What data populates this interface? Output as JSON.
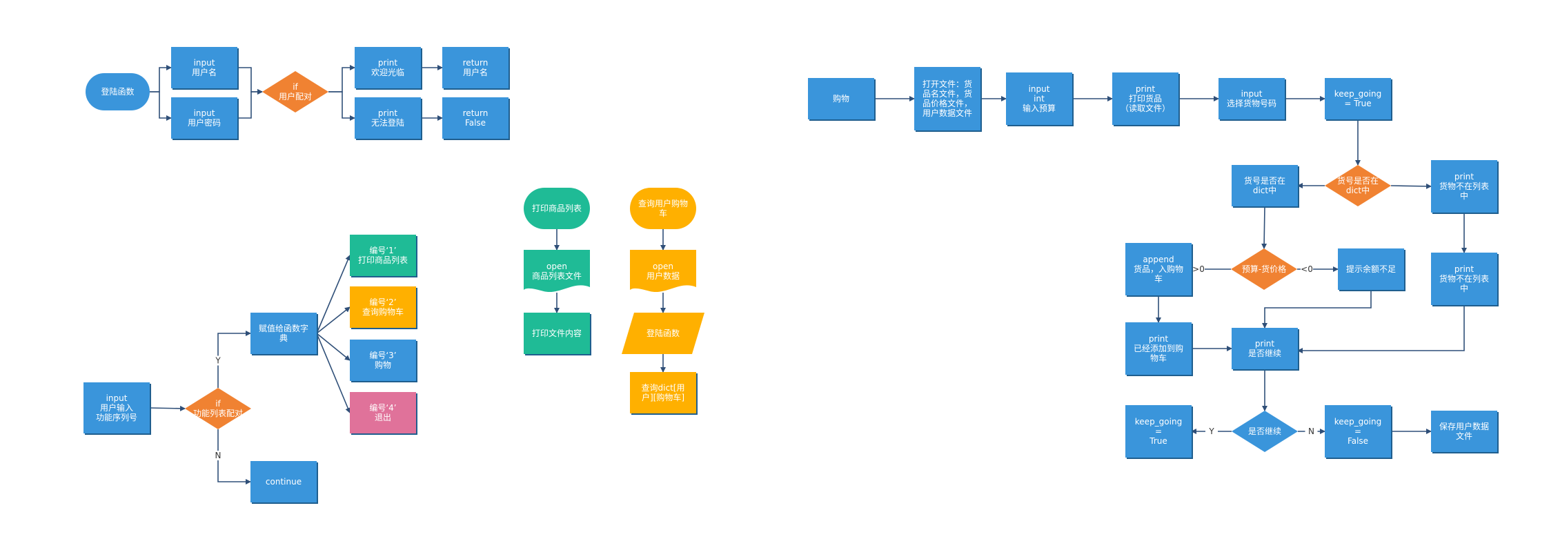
{
  "colors": {
    "blue": "#3a95db",
    "orange": "#f08232",
    "teal": "#1fbb96",
    "amber": "#ffb000",
    "pink": "#e0729a",
    "edge": "#2f4f78",
    "shadow": "#1f5e8e"
  },
  "nodes": [
    {
      "id": "login",
      "shape": "rounded",
      "color": "blue",
      "lines": [
        "登陆函数"
      ]
    },
    {
      "id": "in_user",
      "shape": "rect",
      "color": "blue",
      "lines": [
        "input",
        "用户名"
      ]
    },
    {
      "id": "in_pwd",
      "shape": "rect",
      "color": "blue",
      "lines": [
        "input",
        "用户密码"
      ]
    },
    {
      "id": "if_match",
      "shape": "diamond",
      "color": "orange",
      "lines": [
        "if",
        "用户配对"
      ]
    },
    {
      "id": "pr_welcome",
      "shape": "rect",
      "color": "blue",
      "lines": [
        "print",
        "欢迎光临"
      ]
    },
    {
      "id": "pr_fail",
      "shape": "rect",
      "color": "blue",
      "lines": [
        "print",
        "无法登陆"
      ]
    },
    {
      "id": "ret_user",
      "shape": "rect",
      "color": "blue",
      "lines": [
        "return",
        "用户名"
      ]
    },
    {
      "id": "ret_false",
      "shape": "rect",
      "color": "blue",
      "lines": [
        "return",
        "False"
      ]
    },
    {
      "id": "in_func",
      "shape": "rect",
      "color": "blue",
      "lines": [
        "input",
        "用户输入",
        "功能序列号"
      ]
    },
    {
      "id": "if_func",
      "shape": "diamond",
      "color": "orange",
      "lines": [
        "if",
        "功能列表配对"
      ]
    },
    {
      "id": "assign",
      "shape": "rect",
      "color": "blue",
      "lines": [
        "赋值给函数字",
        "典"
      ]
    },
    {
      "id": "cont",
      "shape": "rect",
      "color": "blue",
      "lines": [
        "continue"
      ]
    },
    {
      "id": "opt1",
      "shape": "rect",
      "color": "teal",
      "lines": [
        "编号‘1’",
        "打印商品列表"
      ]
    },
    {
      "id": "opt2",
      "shape": "rect",
      "color": "amber",
      "lines": [
        "编号‘2’",
        "查询购物车"
      ]
    },
    {
      "id": "opt3",
      "shape": "rect",
      "color": "blue",
      "lines": [
        "编号‘3’",
        "购物"
      ]
    },
    {
      "id": "opt4",
      "shape": "rect",
      "color": "pink",
      "lines": [
        "编号‘4’",
        "退出"
      ]
    },
    {
      "id": "print_list",
      "shape": "rounded",
      "color": "teal",
      "lines": [
        "打印商品列表"
      ]
    },
    {
      "id": "open_list",
      "shape": "doc",
      "color": "teal",
      "lines": [
        "open",
        "商品列表文件"
      ]
    },
    {
      "id": "print_file",
      "shape": "rect",
      "color": "teal",
      "lines": [
        "打印文件内容"
      ]
    },
    {
      "id": "query_cart",
      "shape": "rounded",
      "color": "amber",
      "lines": [
        "查询用户购物",
        "车"
      ]
    },
    {
      "id": "open_user",
      "shape": "doc",
      "color": "amber",
      "lines": [
        "open",
        "用户数据"
      ]
    },
    {
      "id": "login2",
      "shape": "para",
      "color": "amber",
      "lines": [
        "登陆函数"
      ]
    },
    {
      "id": "query_dict",
      "shape": "rect",
      "color": "amber",
      "lines": [
        "查询dict[用",
        "户][购物车]"
      ]
    },
    {
      "id": "shop",
      "shape": "rect",
      "color": "blue",
      "lines": [
        "购物"
      ]
    },
    {
      "id": "open_files",
      "shape": "rect",
      "color": "blue",
      "lines": [
        "打开文件：货",
        "品名文件，货",
        "品价格文件，",
        "用户数据文件"
      ]
    },
    {
      "id": "in_budget",
      "shape": "rect",
      "color": "blue",
      "lines": [
        "input",
        "int",
        "输入预算"
      ]
    },
    {
      "id": "pr_goods",
      "shape": "rect",
      "color": "blue",
      "lines": [
        "print",
        "打印货品",
        "（读取文件）"
      ]
    },
    {
      "id": "in_code",
      "shape": "rect",
      "color": "blue",
      "lines": [
        "input",
        "选择货物号码"
      ]
    },
    {
      "id": "kg_true1",
      "shape": "rect",
      "color": "blue",
      "lines": [
        "keep_going",
        "= True"
      ]
    },
    {
      "id": "d_in_dict",
      "shape": "diamond",
      "color": "orange",
      "lines": [
        "货号是否在",
        "dict中"
      ]
    },
    {
      "id": "b_in_dict",
      "shape": "rect",
      "color": "blue",
      "lines": [
        "货号是否在",
        "dict中"
      ]
    },
    {
      "id": "pr_notin1",
      "shape": "rect",
      "color": "blue",
      "lines": [
        "print",
        "货物不在列表",
        "中"
      ]
    },
    {
      "id": "pr_notin2",
      "shape": "rect",
      "color": "blue",
      "lines": [
        "print",
        "货物不在列表",
        "中"
      ]
    },
    {
      "id": "d_budget",
      "shape": "diamond",
      "color": "orange",
      "lines": [
        "预算-货价格"
      ]
    },
    {
      "id": "append",
      "shape": "rect",
      "color": "blue",
      "lines": [
        "append",
        "货品，入购物",
        "车"
      ]
    },
    {
      "id": "low_bal",
      "shape": "rect",
      "color": "blue",
      "lines": [
        "提示余额不足"
      ]
    },
    {
      "id": "pr_added",
      "shape": "rect",
      "color": "blue",
      "lines": [
        "print",
        "已经添加到购",
        "物车"
      ]
    },
    {
      "id": "pr_cont",
      "shape": "rect",
      "color": "blue",
      "lines": [
        "print",
        "是否继续"
      ]
    },
    {
      "id": "d_cont",
      "shape": "diamond",
      "color": "blue",
      "lines": [
        "是否继续"
      ]
    },
    {
      "id": "kg_true2",
      "shape": "rect",
      "color": "blue",
      "lines": [
        "keep_going",
        "=",
        "True"
      ]
    },
    {
      "id": "kg_false",
      "shape": "rect",
      "color": "blue",
      "lines": [
        "keep_going",
        "=",
        "False"
      ]
    },
    {
      "id": "save",
      "shape": "rect",
      "color": "blue",
      "lines": [
        "保存用户数据",
        "文件"
      ]
    }
  ],
  "edges": [
    {
      "from": "login",
      "to": "in_user"
    },
    {
      "from": "login",
      "to": "in_pwd"
    },
    {
      "from": "in_user",
      "to": "if_match"
    },
    {
      "from": "in_pwd",
      "to": "if_match"
    },
    {
      "from": "if_match",
      "to": "pr_welcome"
    },
    {
      "from": "if_match",
      "to": "pr_fail"
    },
    {
      "from": "pr_welcome",
      "to": "ret_user"
    },
    {
      "from": "pr_fail",
      "to": "ret_false"
    },
    {
      "from": "in_func",
      "to": "if_func"
    },
    {
      "from": "if_func",
      "to": "assign",
      "label": "Y"
    },
    {
      "from": "if_func",
      "to": "cont",
      "label": "N"
    },
    {
      "from": "assign",
      "to": "opt1"
    },
    {
      "from": "assign",
      "to": "opt2"
    },
    {
      "from": "assign",
      "to": "opt3"
    },
    {
      "from": "assign",
      "to": "opt4"
    },
    {
      "from": "print_list",
      "to": "open_list"
    },
    {
      "from": "open_list",
      "to": "print_file"
    },
    {
      "from": "query_cart",
      "to": "open_user"
    },
    {
      "from": "open_user",
      "to": "login2"
    },
    {
      "from": "login2",
      "to": "query_dict"
    },
    {
      "from": "shop",
      "to": "open_files"
    },
    {
      "from": "open_files",
      "to": "in_budget"
    },
    {
      "from": "in_budget",
      "to": "pr_goods"
    },
    {
      "from": "pr_goods",
      "to": "in_code"
    },
    {
      "from": "in_code",
      "to": "kg_true1"
    },
    {
      "from": "kg_true1",
      "to": "d_in_dict"
    },
    {
      "from": "d_in_dict",
      "to": "b_in_dict"
    },
    {
      "from": "d_in_dict",
      "to": "pr_notin1"
    },
    {
      "from": "pr_notin1",
      "to": "pr_notin2"
    },
    {
      "from": "pr_notin2",
      "to": "pr_cont"
    },
    {
      "from": "b_in_dict",
      "to": "d_budget"
    },
    {
      "from": "d_budget",
      "to": "append",
      "label": ">0"
    },
    {
      "from": "d_budget",
      "to": "low_bal",
      "label": "<0"
    },
    {
      "from": "low_bal",
      "to": "pr_cont"
    },
    {
      "from": "append",
      "to": "pr_added"
    },
    {
      "from": "pr_added",
      "to": "pr_cont"
    },
    {
      "from": "pr_cont",
      "to": "d_cont"
    },
    {
      "from": "d_cont",
      "to": "kg_true2",
      "label": "Y"
    },
    {
      "from": "d_cont",
      "to": "kg_false",
      "label": "N"
    },
    {
      "from": "kg_false",
      "to": "save"
    }
  ]
}
